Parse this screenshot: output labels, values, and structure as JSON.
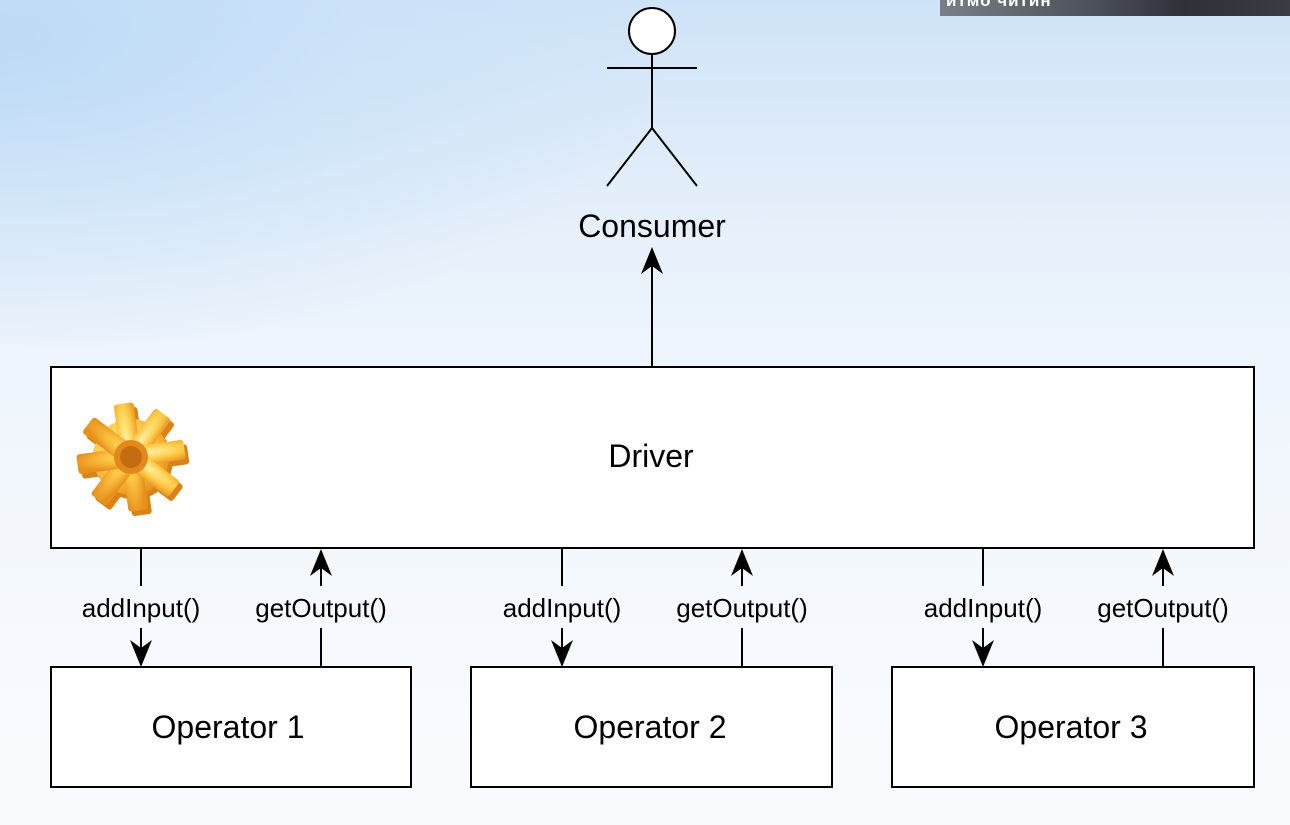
{
  "consumer": {
    "label": "Consumer"
  },
  "driver": {
    "label": "Driver",
    "icon": "gear-icon"
  },
  "operators": [
    {
      "label": "Operator 1",
      "input_call": "addInput()",
      "output_call": "getOutput()"
    },
    {
      "label": "Operator 2",
      "input_call": "addInput()",
      "output_call": "getOutput()"
    },
    {
      "label": "Operator 3",
      "input_call": "addInput()",
      "output_call": "getOutput()"
    }
  ],
  "webcam": {
    "label": "итмо читин"
  },
  "colors": {
    "line": "#000000",
    "box_fill": "#ffffff",
    "gear_light": "#ffd866",
    "gear_dark": "#e8961e"
  }
}
